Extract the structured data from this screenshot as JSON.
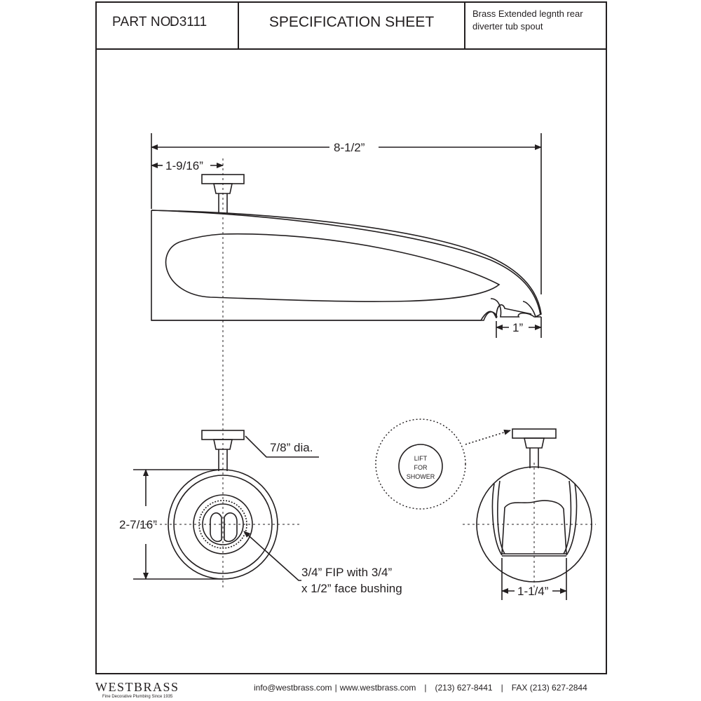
{
  "header": {
    "part_label": "PART NO.",
    "part_number": "D3111",
    "title": "SPECIFICATION SHEET",
    "description": "Brass Extended legnth rear diverter tub spout"
  },
  "dimensions": {
    "overall_length": "8-1/2”",
    "diverter_offset": "1-9/16”",
    "outlet_width": "1”",
    "knob_diameter": "7/8” dia.",
    "body_height": "2-7/16”",
    "fip_line1": "3/4” FIP with 3/4”",
    "fip_line2": "x 1/2” face bushing",
    "spout_width": "1-1/4”"
  },
  "callout": {
    "line1": "LIFT",
    "line2": "FOR",
    "line3": "SHOWER"
  },
  "footer": {
    "brand": "WESTBRASS",
    "tagline": "Fine Decorative Plumbing Since 1935",
    "email": "info@westbrass.com",
    "website": "www.westbrass.com",
    "phone": "(213) 627-8441",
    "fax": "FAX (213) 627-2844"
  },
  "colors": {
    "ink": "#231f20",
    "paper": "#ffffff"
  }
}
